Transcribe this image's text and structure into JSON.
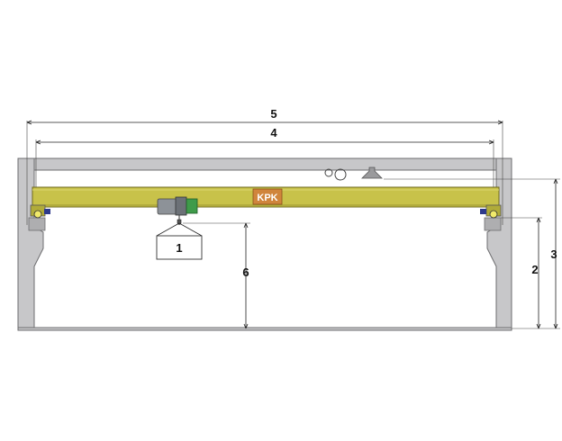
{
  "colors": {
    "wall": "#c7c7c9",
    "wall_stroke": "#6e6e70",
    "girder": "#c8c24a",
    "girder_stroke": "#6f6a1c",
    "hoist_body": "#8d9298",
    "hoist_motor": "#3f9b4a",
    "logo_bg": "#d0853c",
    "logo_text": "#ffffff",
    "dimension": "#222222",
    "end_wheel": "#2e3a8c"
  },
  "logo": {
    "text": "KPK"
  },
  "load_box": {
    "label": "1"
  },
  "dimensions": {
    "d1": "1",
    "d2": "2",
    "d3": "3",
    "d4": "4",
    "d5": "5",
    "d6": "6"
  }
}
